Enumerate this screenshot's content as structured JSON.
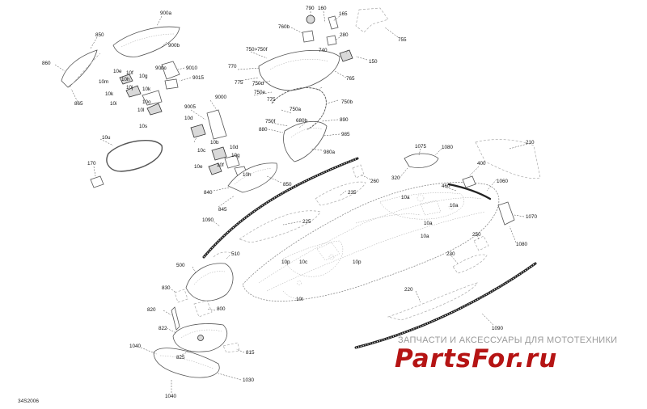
{
  "diagram": {
    "reference_code": "34S2006",
    "watermark_text": "ЗАПЧАСТИ И АКСЕССУАРЫ ДЛЯ МОТОТЕХНИКИ",
    "watermark_logo_text": "PartsFor.ru",
    "callouts": [
      "790",
      "160",
      "165",
      "755",
      "760b",
      "280",
      "740",
      "150",
      "765",
      "750>750f",
      "770",
      "775",
      "750d",
      "750e",
      "750b",
      "775",
      "750a",
      "750f",
      "680b",
      "880",
      "890",
      "985",
      "980a",
      "850",
      "260",
      "840",
      "845",
      "235",
      "225",
      "1090",
      "210",
      "1075",
      "1080",
      "320",
      "400",
      "1060",
      "460",
      "1070",
      "1080",
      "250",
      "230",
      "220",
      "1090",
      "10a",
      "10a",
      "10a",
      "10a",
      "10c",
      "10p",
      "10p",
      "10t",
      "500",
      "510",
      "830",
      "820",
      "800",
      "822",
      "825",
      "815",
      "1040",
      "1030",
      "1040",
      "860",
      "850",
      "865",
      "900a",
      "900b",
      "900c",
      "9010",
      "9015",
      "10e",
      "10f",
      "10g",
      "10h",
      "10m",
      "10k",
      "10k",
      "10o",
      "10j",
      "10i",
      "10l",
      "10s",
      "10d",
      "9005",
      "9000",
      "10u",
      "170",
      "10b",
      "10c",
      "10d",
      "10e",
      "10f",
      "10g",
      "10h"
    ]
  }
}
